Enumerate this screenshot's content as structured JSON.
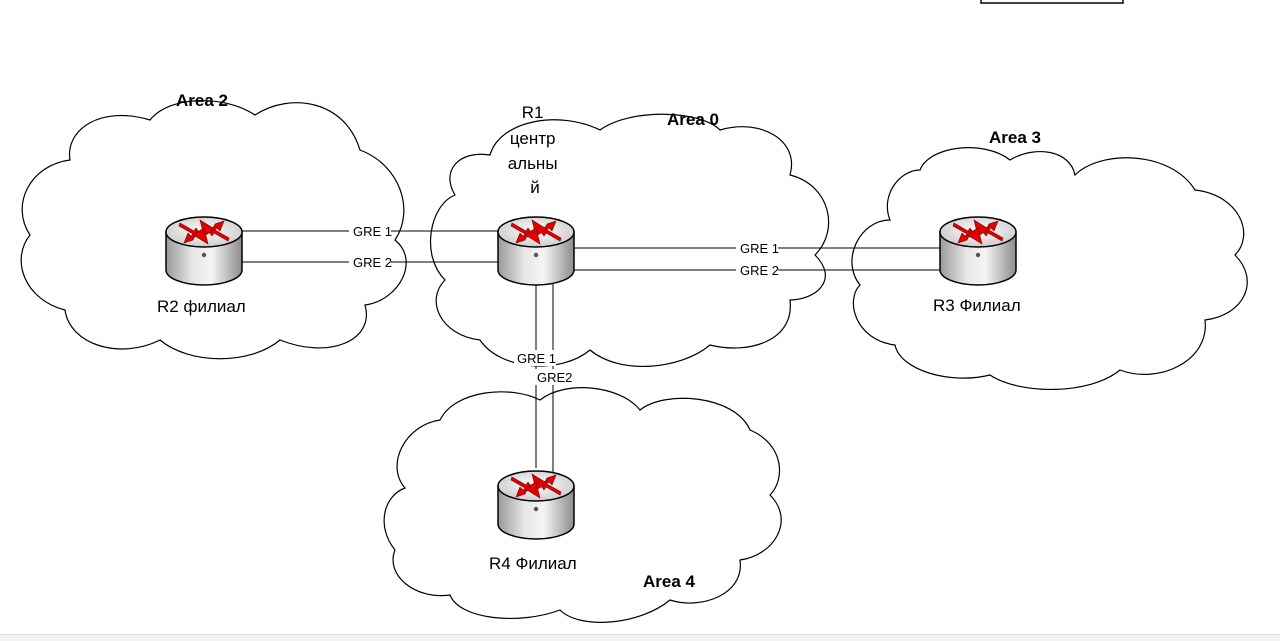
{
  "areas": {
    "area2": "Area 2",
    "area0": "Area 0",
    "area3": "Area 3",
    "area4": "Area 4"
  },
  "routers": {
    "r1": [
      "R1",
      "центр",
      "альны",
      "й"
    ],
    "r2": "R2 филиал",
    "r3": "R3 Филиал",
    "r4": "R4 Филиал"
  },
  "links": {
    "r2_gre1": "GRE 1",
    "r2_gre2": "GRE 2",
    "r3_gre1": "GRE 1",
    "r3_gre2": "GRE 2",
    "r4_gre1": "GRE 1",
    "r4_gre2": "GRE2"
  },
  "colors": {
    "router_arrow": "#e00000",
    "router_body": "#d9d9d9",
    "line": "#000000"
  }
}
